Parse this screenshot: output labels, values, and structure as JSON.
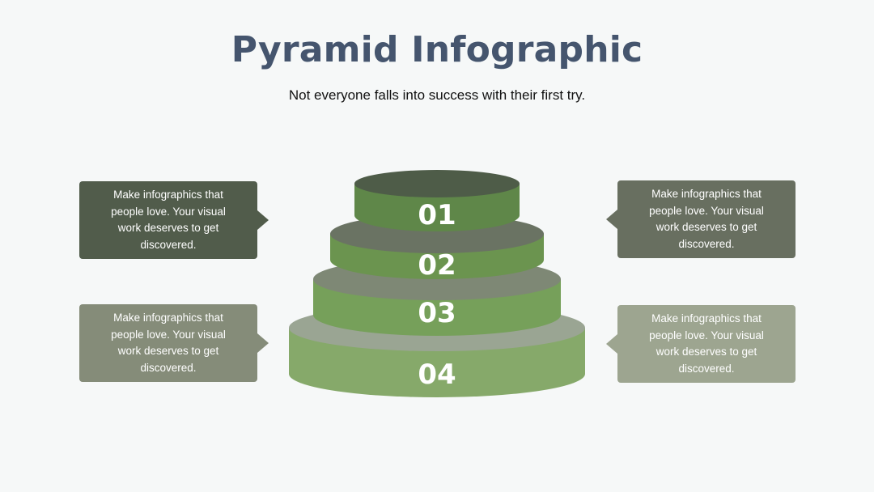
{
  "header": {
    "title": "Pyramid Infographic",
    "subtitle": "Not everyone falls into success with their first try."
  },
  "tiers": [
    {
      "number": "01",
      "side_color": "#5f8749",
      "top_color": "#4e5c48"
    },
    {
      "number": "02",
      "side_color": "#6b944f",
      "top_color": "#6a7363"
    },
    {
      "number": "03",
      "side_color": "#76a05a",
      "top_color": "#7e8875"
    },
    {
      "number": "04",
      "side_color": "#86a96a",
      "top_color": "#9aa593"
    }
  ],
  "callouts": [
    {
      "text": "Make infographics that people love. Your visual work deserves to get discovered."
    },
    {
      "text": "Make infographics that people love. Your visual work deserves to get discovered."
    },
    {
      "text": "Make infographics that people love. Your visual work deserves to get discovered."
    },
    {
      "text": "Make infographics that people love. Your visual work deserves to get discovered."
    }
  ]
}
